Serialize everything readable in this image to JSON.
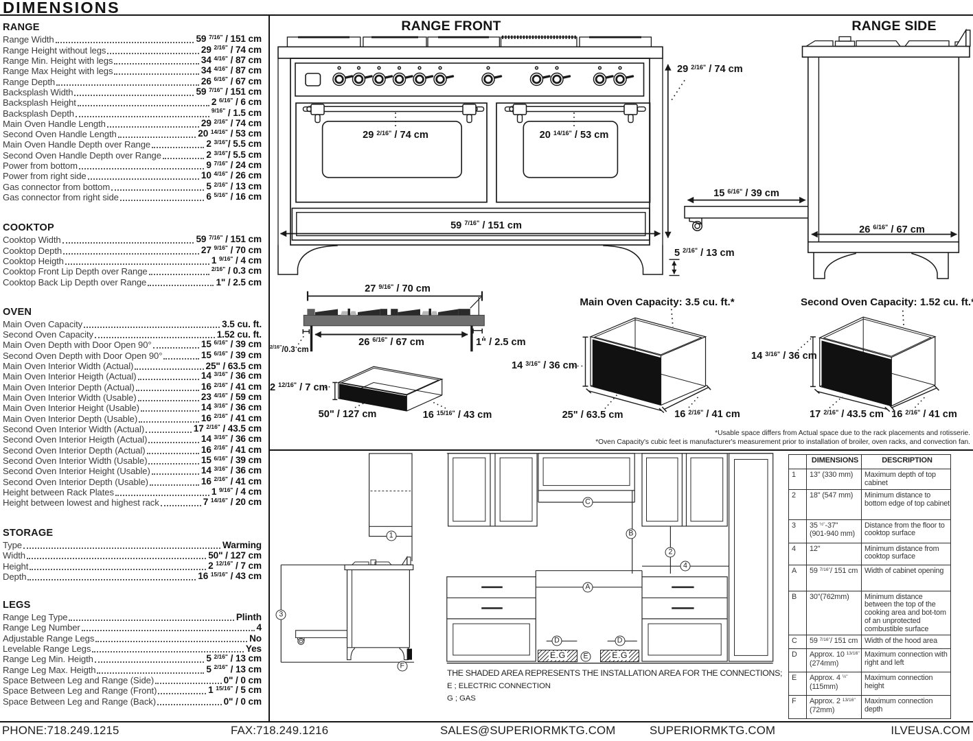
{
  "title": "DIMENSIONS",
  "sections": [
    {
      "heading": "RANGE",
      "rows": [
        {
          "label": "Range Width",
          "value": "59 7/16\" / 151 cm"
        },
        {
          "label": "Range Height without legs",
          "value": "29 2/16\" / 74 cm"
        },
        {
          "label": "Range Min. Height with legs",
          "value": "34 4/16\" / 87 cm"
        },
        {
          "label": "Range Max Height with legs",
          "value": "34 4/16\" / 87 cm"
        },
        {
          "label": "Range Depth",
          "value": "26 6/16\" / 67 cm"
        },
        {
          "label": "Backsplash Width",
          "value": "59 7/16\" / 151 cm"
        },
        {
          "label": "Backsplash Height",
          "value": "2 6/16\" / 6 cm"
        },
        {
          "label": "Backsplash Depth",
          "value": "9/16\" / 1.5 cm"
        },
        {
          "label": "Main Oven Handle Length",
          "value": "29 2/16\" / 74 cm"
        },
        {
          "label": "Second Oven Handle Length",
          "value": "20 14/16\" / 53 cm"
        },
        {
          "label": "Main Oven Handle Depth over Range",
          "value": "2 3/16\"/ 5.5 cm"
        },
        {
          "label": "Second Oven Handle Depth over Range",
          "value": "2 3/16\"/ 5.5 cm"
        },
        {
          "label": "Power from bottom",
          "value": "9 7/16\" / 24 cm"
        },
        {
          "label": "Power from right side",
          "value": "10 4/16\" / 26 cm"
        },
        {
          "label": "Gas connector from bottom",
          "value": "5 2/16\" / 13 cm"
        },
        {
          "label": "Gas connector from right side",
          "value": "6 5/16\" / 16 cm"
        }
      ]
    },
    {
      "heading": "COOKTOP",
      "rows": [
        {
          "label": "Cooktop Width",
          "value": "59 7/16\" / 151 cm"
        },
        {
          "label": "Cooktop Depth",
          "value": "27 9/16\" / 70 cm"
        },
        {
          "label": "Cooktop Heigth",
          "value": "1 9/16\" / 4 cm"
        },
        {
          "label": "Cooktop Front Lip Depth over Range",
          "value": "2/16\" / 0.3 cm"
        },
        {
          "label": "Cooktop Back Lip Depth over Range",
          "value": "1\" / 2.5 cm"
        }
      ]
    },
    {
      "heading": "OVEN",
      "rows": [
        {
          "label": "Main Oven Capacity",
          "value": "3.5 cu. ft."
        },
        {
          "label": "Second Oven Capacity",
          "value": "1.52 cu. ft."
        },
        {
          "label": "Main Oven Depth with Door Open 90°",
          "value": "15 6/16\" / 39 cm"
        },
        {
          "label": "Second Oven Depth with Door Open 90°",
          "value": "15 6/16\" / 39 cm"
        },
        {
          "label": "Main Oven Interior Width (Actual)",
          "value": "25\" / 63.5 cm"
        },
        {
          "label": "Main Oven Interior Heigth (Actual)",
          "value": "14 3/16\" / 36 cm"
        },
        {
          "label": "Main Oven Interior Depth (Actual)",
          "value": "16 2/16\" / 41 cm"
        },
        {
          "label": "Main Oven Interior Width (Usable)",
          "value": "23 4/16\" / 59 cm"
        },
        {
          "label": "Main Oven Interior Height (Usable)",
          "value": "14 3/16\" / 36 cm"
        },
        {
          "label": "Main Oven Interior Depth (Usable)",
          "value": "16 2/16\" / 41 cm"
        },
        {
          "label": "Second Oven Interior Width (Actual)",
          "value": "17 2/16\" / 43.5 cm"
        },
        {
          "label": "Second Oven Interior Heigth (Actual)",
          "value": "14 3/16\" / 36 cm"
        },
        {
          "label": "Second Oven Interior Depth (Actual)",
          "value": "16 2/16\" / 41 cm"
        },
        {
          "label": "Second Oven Interior Width (Usable)",
          "value": "15 6/16\" / 39 cm"
        },
        {
          "label": "Second Oven Interior Height (Usable)",
          "value": "14 3/16\" / 36 cm"
        },
        {
          "label": "Second Oven Interior Depth (Usable)",
          "value": "16 2/16\" / 41 cm"
        },
        {
          "label": "Height between Rack Plates",
          "value": "1 9/16\" / 4 cm"
        },
        {
          "label": "Height between lowest and highest rack",
          "value": "7 14/16\" / 20 cm"
        }
      ]
    },
    {
      "heading": "STORAGE",
      "rows": [
        {
          "label": "Type",
          "value": "Warming"
        },
        {
          "label": "Width",
          "value": "50\" / 127 cm"
        },
        {
          "label": "Height",
          "value": "2 12/16\" / 7 cm"
        },
        {
          "label": "Depth",
          "value": "16 15/16\" / 43 cm"
        }
      ]
    },
    {
      "heading": "LEGS",
      "rows": [
        {
          "label": "Range Leg Type",
          "value": "Plinth"
        },
        {
          "label": "Range Leg Number",
          "value": "4"
        },
        {
          "label": "Adjustable Range Legs",
          "value": "No"
        },
        {
          "label": "Levelable Range Legs",
          "value": "Yes"
        },
        {
          "label": "Range Leg Min. Heigth",
          "value": "5 2/16\" / 13 cm"
        },
        {
          "label": "Range Leg Max. Heigth",
          "value": "5 2/16\" / 13 cm"
        },
        {
          "label": "Space Between Leg and Range (Side)",
          "value": "0\" / 0 cm"
        },
        {
          "label": "Space Between Leg and Range (Front)",
          "value": "1 15/16\" / 5 cm"
        },
        {
          "label": "Space Between Leg and Range (Back)",
          "value": "0\" / 0 cm"
        }
      ]
    }
  ],
  "range_front": {
    "title": "RANGE FRONT",
    "height_label": "29 2/16\" / 74 cm",
    "main_handle_label": "29 2/16\" / 74 cm",
    "second_handle_label": "20 14/16\" / 53 cm",
    "width_label": "59 7/16\" / 151 cm",
    "leg_label": "5 2/16\" / 13 cm"
  },
  "range_side": {
    "title": "RANGE SIDE",
    "drawer_label": "15 6/16\" / 39 cm",
    "depth_label": "26 6/16\" / 67 cm"
  },
  "cooktop_profile": {
    "top_width_label": "27 9/16\" / 70 cm",
    "bottom_width_label": "26 6/16\" / 67 cm",
    "front_lip_label": "2/16\"/0.3 cm",
    "back_lip_label": "1\" / 2.5 cm"
  },
  "storage_drawer": {
    "height_label": "2 12/16\" / 7 cm",
    "width_label": "50\" / 127 cm",
    "depth_label": "16 15/16\" / 43 cm"
  },
  "main_oven": {
    "title": "Main Oven Capacity: 3.5 cu. ft.*",
    "height_label": "14 3/16\" / 36 cm",
    "width_label": "25\" / 63.5 cm",
    "depth_label": "16 2/16\" / 41 cm"
  },
  "second_oven": {
    "title": "Second Oven Capacity: 1.52 cu. ft.*",
    "height_label": "14 3/16\" / 36 cm",
    "width_label": "17 2/16\" / 43.5 cm",
    "depth_label": "16 2/16\" / 41 cm"
  },
  "footnotes": [
    "*Usable space differs from Actual space due to the rack placements and rotisserie.",
    "*Oven Capacity's cubic feet is manufacturer's measurement prior to installation of broiler, oven racks, and convection fan."
  ],
  "installation": {
    "note": "THE SHADED AREA REPRESENTS THE INSTALLATION AREA FOR THE CONNECTIONS;",
    "legend_electric": "E ; ELECTRIC CONNECTION",
    "legend_gas": "G ; GAS",
    "shade_label_left": "E.G",
    "shade_label_right": "E.G",
    "markers": {
      "top_cabinet": "1",
      "floor_to_cooktop": "3",
      "connection_depth": "F",
      "hood_width": "C",
      "combustible_distance": "B",
      "bottom_edge": "2",
      "min_distance": "4",
      "opening_width": "A",
      "conn_left": "D",
      "conn_right": "D",
      "conn_height": "E"
    }
  },
  "table": {
    "header_key": "",
    "header_dim": "DIMENSIONS",
    "header_desc": "DESCRIPTION",
    "rows": [
      {
        "key": "1",
        "dimension": "13\" (330 mm)",
        "description": "Maximum depth of top cabinet"
      },
      {
        "key": "2",
        "dimension": "18\" (547 mm)",
        "description": "Minimum distance to bottom edge of top cabinet"
      },
      {
        "key": "3",
        "dimension": "35 ½\"-37\"\n(901-940 mm)",
        "description": "Distance from the floor to cooktop surface"
      },
      {
        "key": "4",
        "dimension": "12\"",
        "description": "Minimum distance from cooktop surface"
      },
      {
        "key": "A",
        "dimension": "59 7/16\"/ 151 cm",
        "description": "Width of cabinet opening"
      },
      {
        "key": "B",
        "dimension": "30\"(762mm)",
        "description": "Minimum distance between the top of the cooking area and bot-tom of an unprotected combustible surface"
      },
      {
        "key": "C",
        "dimension": "59 7/16\"/ 151 cm",
        "description": "Width of the hood area"
      },
      {
        "key": "D",
        "dimension": "Approx. 10 13/16\"\n(274mm)",
        "description": "Maximum connection with right and left"
      },
      {
        "key": "E",
        "dimension": "Approx. 4 ½\"\n(115mm)",
        "description": "Maximum connection height"
      },
      {
        "key": "F",
        "dimension": "Approx. 2 13/16\"\n(72mm)",
        "description": "Maximum connection depth"
      }
    ]
  },
  "footer": {
    "phone": "PHONE:718.249.1215",
    "fax": "FAX:718.249.1216",
    "email": "SALES@SUPERIORMKTG.COM",
    "website": "SUPERIORMKTG.COM",
    "brand": "ILVEUSA.COM"
  }
}
